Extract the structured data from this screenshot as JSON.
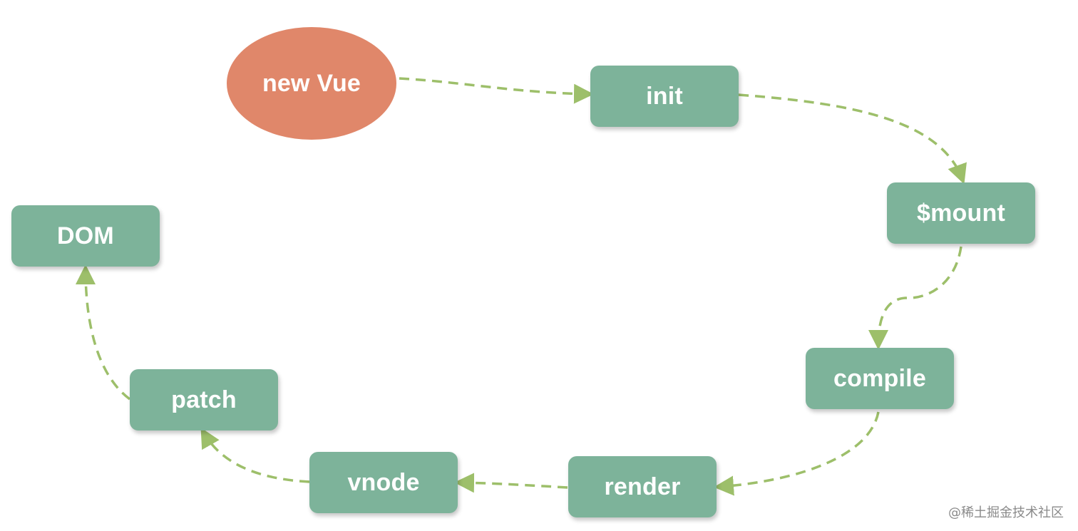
{
  "diagram": {
    "nodes": {
      "new_vue": "new Vue",
      "init": "init",
      "mount": "$mount",
      "compile": "compile",
      "render": "render",
      "vnode": "vnode",
      "patch": "patch",
      "dom": "DOM"
    },
    "edges": [
      {
        "from": "new Vue",
        "to": "init"
      },
      {
        "from": "init",
        "to": "$mount"
      },
      {
        "from": "$mount",
        "to": "compile"
      },
      {
        "from": "compile",
        "to": "render"
      },
      {
        "from": "render",
        "to": "vnode"
      },
      {
        "from": "vnode",
        "to": "patch"
      },
      {
        "from": "patch",
        "to": "DOM"
      }
    ],
    "colors": {
      "box_fill": "#7db39a",
      "ellipse_fill": "#e0876a",
      "edge_color": "#9dbf6a",
      "text_color": "#ffffff"
    }
  },
  "watermark": "@稀土掘金技术社区"
}
